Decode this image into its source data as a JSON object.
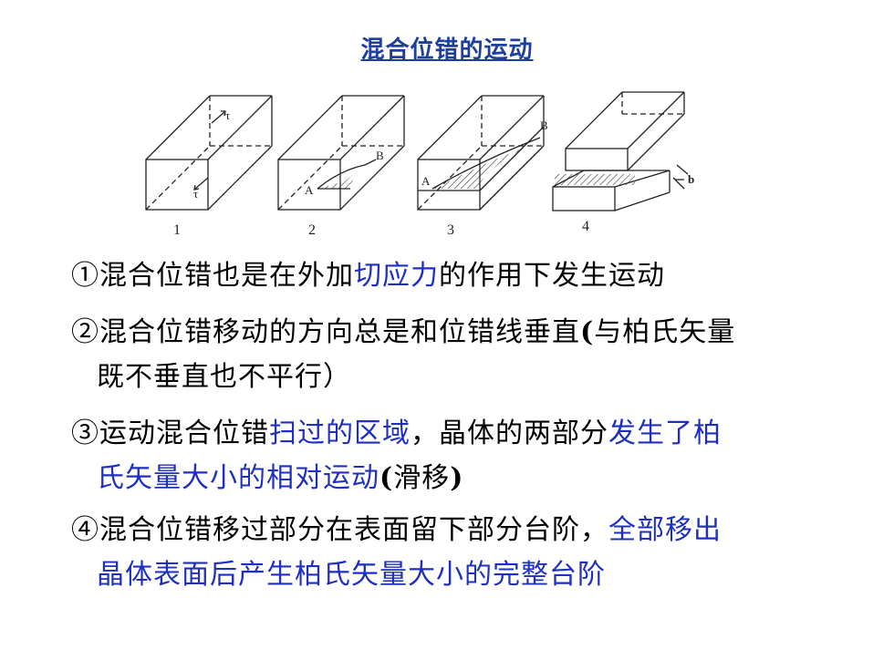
{
  "title": "混合位错的运动",
  "figure": {
    "panel_numbers": [
      "1",
      "2",
      "3",
      "4"
    ],
    "tau_symbol": "τ",
    "point_a": "A",
    "point_b": "B",
    "burgers_label": "b"
  },
  "points": {
    "p1": {
      "num": "①",
      "a": "混合位错也是在外加",
      "b": "切应力",
      "c": "的作用下发生运动"
    },
    "p2": {
      "num": "②",
      "a": "混合位错移动的方向总是和位错线垂直",
      "paren": "(",
      "b": "与柏氏矢量",
      "c": "既不垂直也不平行）"
    },
    "p3": {
      "num": "③",
      "a": "运动混合位错",
      "b": "扫过的区域",
      "c": "，晶体的两部分",
      "d": "发生了柏",
      "e": "氏矢量大小的相对运动",
      "f": "(",
      "g": "滑移",
      "h": ")"
    },
    "p4": {
      "num": "④",
      "a": "混合位错移过部分在表面留下部分台阶，",
      "b": "全部移出",
      "c": "晶体表面后产生柏氏矢量大小的完整台阶"
    }
  }
}
